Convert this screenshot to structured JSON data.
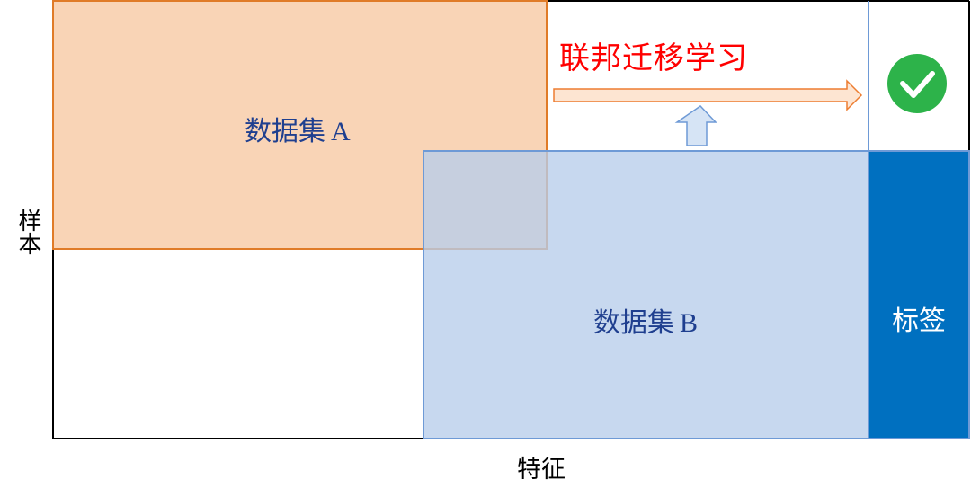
{
  "axes": {
    "y_label": "样本",
    "x_label": "特征"
  },
  "title": "联邦迁移学习",
  "dataset_a": {
    "name": "数据集",
    "letter": "A"
  },
  "dataset_b": {
    "name": "数据集",
    "letter": "B"
  },
  "label_block": "标签",
  "colors": {
    "dataset_a_fill": "#f9d4b6",
    "dataset_a_border": "#e07b28",
    "dataset_b_fill": "#c6d8ef",
    "dataset_b_border": "#6e9ad6",
    "label_fill": "#0070c0",
    "title": "#ff0000",
    "check": "#2db34a"
  },
  "icons": {
    "arrow_right": "transfer-arrow-icon",
    "arrow_up": "up-arrow-icon",
    "check": "check-circle-icon"
  }
}
